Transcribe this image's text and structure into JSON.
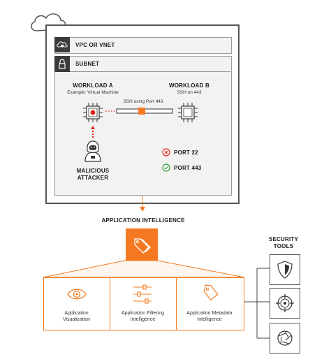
{
  "vpc": {
    "label": "VPC OR VNET",
    "icon": "cloud-lock-icon"
  },
  "subnet": {
    "label": "SUBNET",
    "icon": "padlock-icon"
  },
  "workload_a": {
    "title": "WORKLOAD A",
    "subtitle": "Example: Virtual Machine"
  },
  "workload_b": {
    "title": "WORKLOAD B",
    "subtitle": "SSH on 443"
  },
  "connection": {
    "label": "SSH using Port 443"
  },
  "attacker": {
    "line1": "MALICIOUS",
    "line2": "ATTACKER"
  },
  "ports": [
    {
      "label": "PORT 22",
      "status": "blocked",
      "icon": "x-circle-icon"
    },
    {
      "label": "PORT 443",
      "status": "allowed",
      "icon": "check-circle-icon"
    }
  ],
  "app_intel": {
    "title": "APPLICATION INTELLIGENCE",
    "icon": "tags-icon"
  },
  "capabilities": [
    {
      "line1": "Application",
      "line2": "Visualization",
      "icon": "eye-icon"
    },
    {
      "line1": "Application Filtering",
      "line2": "Intelligence",
      "icon": "sliders-icon"
    },
    {
      "line1": "Application Metadata",
      "line2": "Intelligence",
      "icon": "tag-icon"
    }
  ],
  "security_tools": {
    "line1": "SECURITY",
    "line2": "TOOLS",
    "tools": [
      {
        "icon": "shield-icon"
      },
      {
        "icon": "target-icon"
      },
      {
        "icon": "aperture-icon"
      }
    ]
  },
  "colors": {
    "accent": "#f47920",
    "red": "#e2231a",
    "green": "#2e9e3a",
    "dark": "#222222",
    "frame": "#5a5a5a",
    "panel": "#f2f2f2",
    "header_icon_bg": "#3a3a3a"
  }
}
